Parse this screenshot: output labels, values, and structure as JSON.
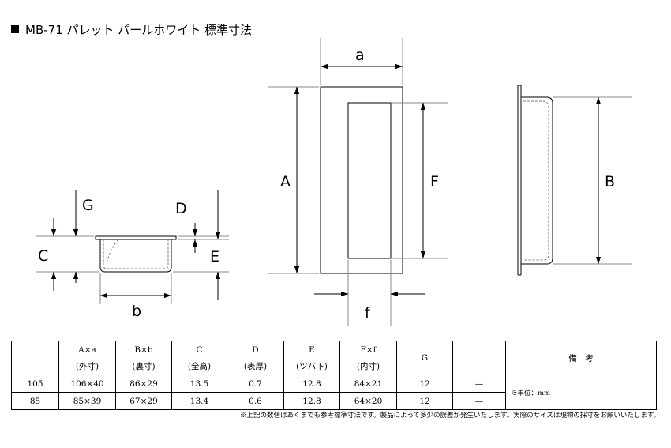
{
  "title": "MB-71 パレット パールホワイト 標準寸法",
  "dimension_labels": {
    "a": "a",
    "A": "A",
    "F": "F",
    "f": "f",
    "B": "B",
    "G": "G",
    "D": "D",
    "C": "C",
    "E": "E",
    "b": "b"
  },
  "table": {
    "headers": [
      {
        "line1": "",
        "line2": ""
      },
      {
        "line1": "A×a",
        "line2": "(外寸)"
      },
      {
        "line1": "B×b",
        "line2": "(裏寸)"
      },
      {
        "line1": "C",
        "line2": "(全高)"
      },
      {
        "line1": "D",
        "line2": "(表厚)"
      },
      {
        "line1": "E",
        "line2": "(ツバ下)"
      },
      {
        "line1": "F×f",
        "line2": "(内寸)"
      },
      {
        "line1": "G",
        "line2": ""
      },
      {
        "line1": "",
        "line2": ""
      },
      {
        "line1": "備　考",
        "line2": ""
      }
    ],
    "rows": [
      [
        "105",
        "106×40",
        "86×29",
        "13.5",
        "0.7",
        "12.8",
        "84×21",
        "12",
        "—"
      ],
      [
        "85",
        "85×39",
        "67×29",
        "13.4",
        "0.6",
        "12.8",
        "64×20",
        "12",
        "—"
      ]
    ],
    "note": "※単位：mm"
  },
  "footnote": "※上記の数値はあくまでも参考標準寸法です。製品によって多少の誤差が発生いたします。実際のサイズは現物の採寸をお願いいたします。"
}
